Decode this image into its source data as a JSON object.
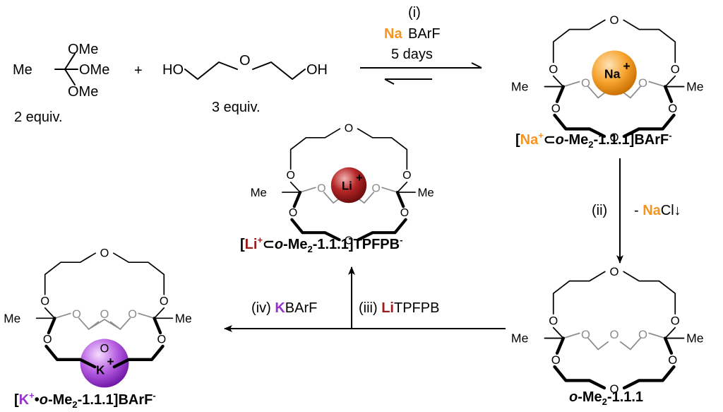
{
  "colors": {
    "sodium": "#f7941d",
    "lithium": "#9b1c1c",
    "potassium": "#9933cc",
    "cage_grey": "#8c8c8c"
  },
  "reagents": {
    "orthoester_groups": [
      "OMe",
      "OMe",
      "OMe"
    ],
    "orthoester_me": "Me",
    "orthoester_equiv": "2 equiv.",
    "plus": "+",
    "diol_left": "HO",
    "diol_o": "O",
    "diol_right": "OH",
    "diol_equiv": "3 equiv."
  },
  "step_i": {
    "number": "(i)",
    "reagent_metal": "Na",
    "reagent_rest": "BArF",
    "time": "5 days"
  },
  "step_ii": {
    "number": "(ii)",
    "prefix": "- ",
    "metal": "Na",
    "rest": "Cl↓"
  },
  "step_iii": {
    "number": "(iii) ",
    "metal": "Li",
    "rest": "TPFPB"
  },
  "step_iv": {
    "number": "(iv) ",
    "metal": "K",
    "rest": "BArF"
  },
  "cage": {
    "methyl": "Me",
    "oxygen": "O"
  },
  "ions": {
    "na": "Na",
    "li": "Li",
    "k": "K",
    "charge": "+"
  },
  "labels": {
    "na_complex": {
      "open": "[",
      "metal": "Na",
      "charge": "+",
      "link": "⊂",
      "ligand_a": "o",
      "ligand_b": "-Me",
      "sub": "2",
      "ligand_c": "-1.1.1]",
      "anion": "BArF",
      "anion_charge": "-"
    },
    "li_complex": {
      "open": "[",
      "metal": "Li",
      "charge": "+",
      "link": "⊂",
      "ligand_a": "o",
      "ligand_b": "-Me",
      "sub": "2",
      "ligand_c": "-1.1.1]",
      "anion": "TPFPB",
      "anion_charge": "-"
    },
    "free_cage": {
      "ligand_a": "o",
      "ligand_b": "-Me",
      "sub": "2",
      "ligand_c": "-1.1.1"
    },
    "k_complex": {
      "open": "[",
      "metal": "K",
      "charge": "+",
      "link": "•",
      "ligand_a": "o",
      "ligand_b": "-Me",
      "sub": "2",
      "ligand_c": "-1.1.1]",
      "anion": "BArF",
      "anion_charge": "-"
    }
  }
}
